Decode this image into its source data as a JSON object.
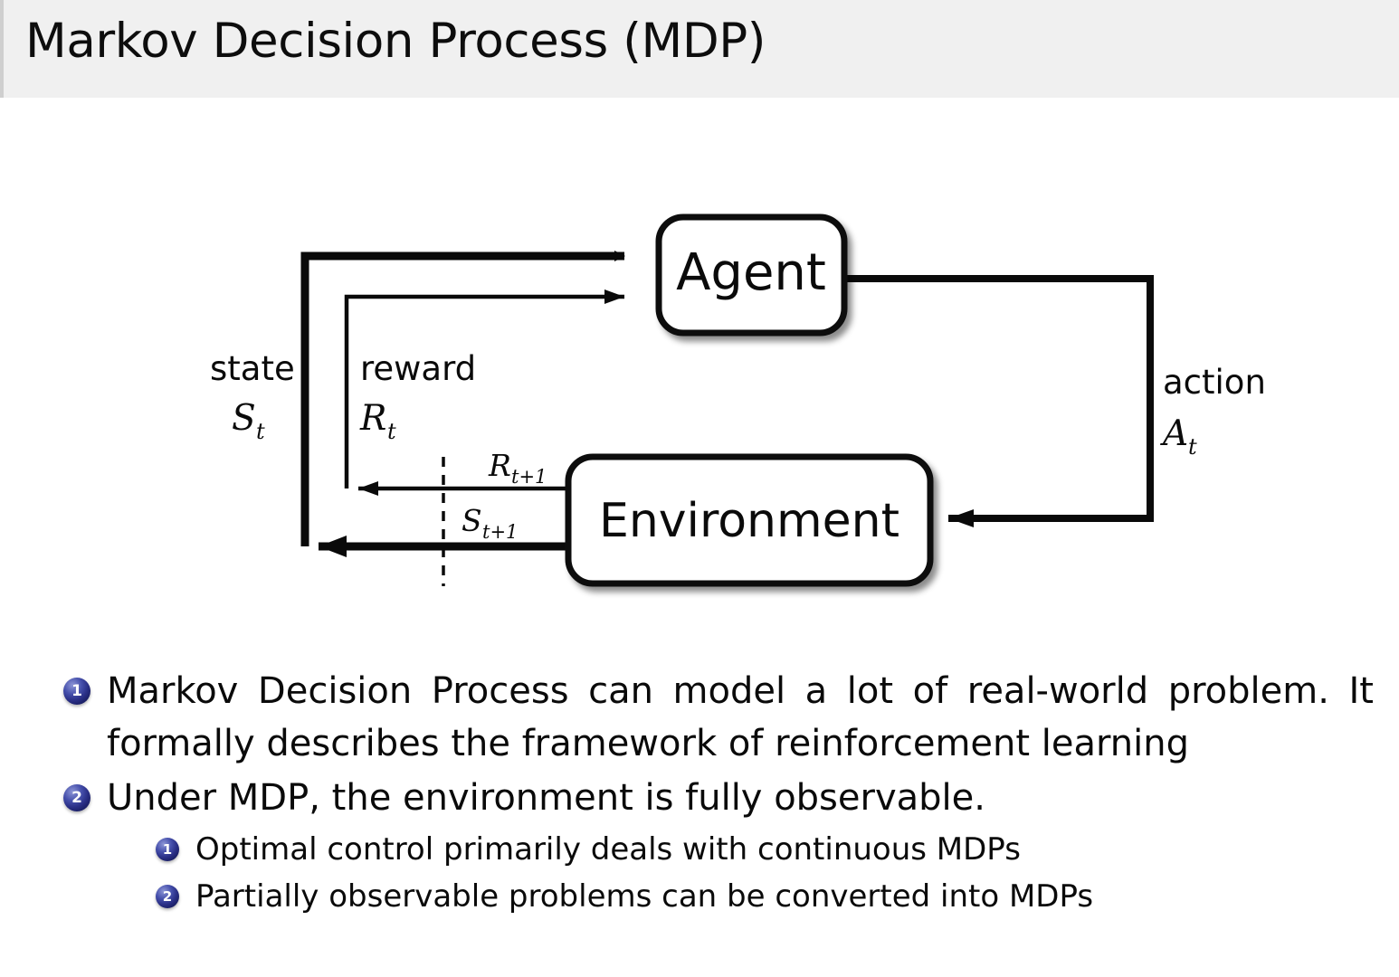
{
  "header": {
    "title": "Markov Decision Process (MDP)",
    "background_color": "#f0f0f0",
    "title_color": "#0d0d0d"
  },
  "diagram": {
    "name": "agent-environment-interaction-loop",
    "nodes": [
      {
        "id": "agent",
        "label": "Agent"
      },
      {
        "id": "environment",
        "label": "Environment"
      }
    ],
    "edge_labels": {
      "state_word": "state",
      "state_symbol": "S",
      "state_subscript": "t",
      "reward_word": "reward",
      "reward_symbol": "R",
      "reward_subscript": "t",
      "action_word": "action",
      "action_symbol": "A",
      "action_subscript": "t",
      "next_reward_symbol": "R",
      "next_reward_subscript": "t+1",
      "next_state_symbol": "S",
      "next_state_subscript": "t+1"
    },
    "stroke_color": "#0a0a0a",
    "box_fill": "#ffffff"
  },
  "bullets": {
    "marker_color": "#2a2f86",
    "items": [
      {
        "number": "1",
        "text": "Markov Decision Process can model a lot of real-world problem. It formally describes the framework of reinforcement learning",
        "children": []
      },
      {
        "number": "2",
        "text": "Under MDP, the environment is fully observable.",
        "children": [
          {
            "number": "1",
            "text": "Optimal control primarily deals with continuous MDPs"
          },
          {
            "number": "2",
            "text": "Partially observable problems can be converted into MDPs"
          }
        ]
      }
    ]
  }
}
